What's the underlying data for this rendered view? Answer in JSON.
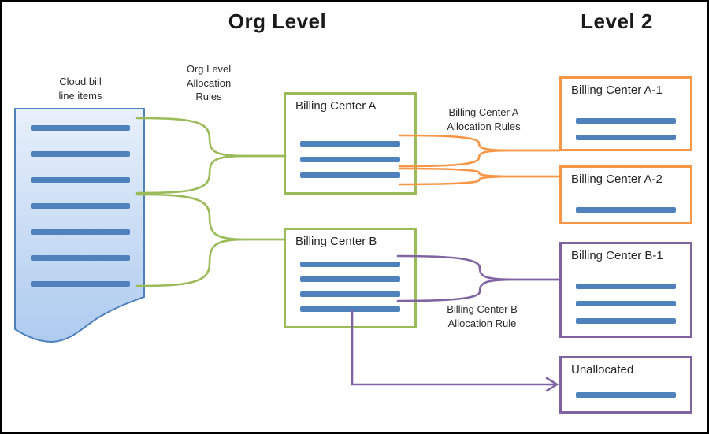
{
  "titles": {
    "org_level": "Org Level",
    "level_2": "Level 2"
  },
  "labels": {
    "cloud_bill": "Cloud bill\nline items",
    "org_rules": "Org Level\nAllocation\nRules",
    "a_rules": "Billing Center A\nAllocation Rules",
    "b_rule": "Billing Center B\nAllocation Rule"
  },
  "boxes": {
    "bc_a": {
      "title": "Billing Center A",
      "bars": 3
    },
    "bc_b": {
      "title": "Billing Center B",
      "bars": 4
    },
    "bc_a1": {
      "title": "Billing Center A-1",
      "bars": 2
    },
    "bc_a2": {
      "title": "Billing Center A-2",
      "bars": 1
    },
    "bc_b1": {
      "title": "Billing Center B-1",
      "bars": 3
    },
    "unallocated": {
      "title": "Unallocated",
      "bars": 1
    }
  },
  "document_shape": {
    "bars": 7
  },
  "colors": {
    "green": "#9BBB59",
    "orange": "#F79646",
    "purple": "#8064A2",
    "bar_blue": "#4F81BD",
    "doc_border": "#4F81BD",
    "doc_fill_top": "#E2EDFA",
    "doc_fill_bottom": "#AECBEF",
    "text": "#262626"
  }
}
